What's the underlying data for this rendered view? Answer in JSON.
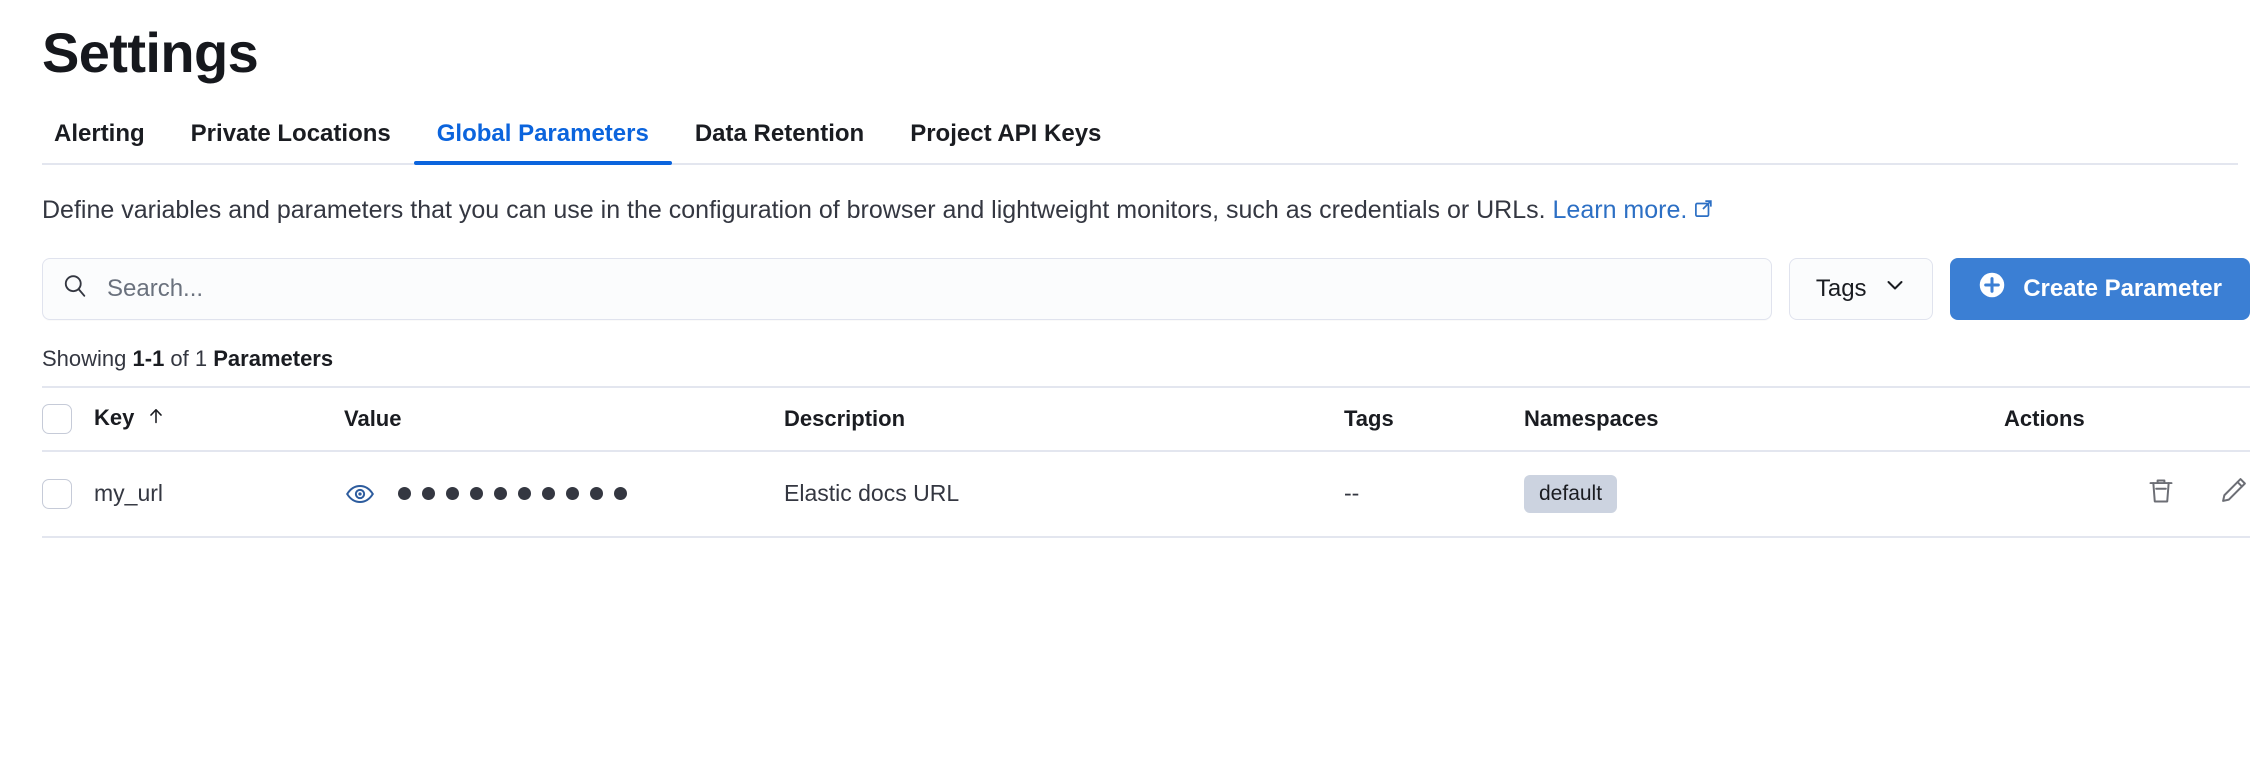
{
  "header": {
    "title": "Settings"
  },
  "tabs": [
    {
      "label": "Alerting",
      "active": false,
      "name": "tab-alerting"
    },
    {
      "label": "Private Locations",
      "active": false,
      "name": "tab-private-locations"
    },
    {
      "label": "Global Parameters",
      "active": true,
      "name": "tab-global-parameters"
    },
    {
      "label": "Data Retention",
      "active": false,
      "name": "tab-data-retention"
    },
    {
      "label": "Project API Keys",
      "active": false,
      "name": "tab-project-api-keys"
    }
  ],
  "description": {
    "text": "Define variables and parameters that you can use in the configuration of browser and lightweight monitors, such as credentials or URLs. ",
    "link_text": "Learn more.",
    "link_icon": "external-link-icon"
  },
  "toolbar": {
    "search_placeholder": "Search...",
    "search_value": "",
    "search_icon": "search-icon",
    "tags_label": "Tags",
    "tags_chevron_icon": "chevron-down-icon",
    "create_label": "Create Parameter",
    "create_icon": "plus-circle-icon"
  },
  "results": {
    "prefix": "Showing ",
    "range": "1-1",
    "middle": " of 1 ",
    "suffix": "Parameters"
  },
  "table": {
    "columns": [
      {
        "label": "Key",
        "name": "column-key",
        "sorted": true,
        "sort_icon": "sort-asc-arrow-icon"
      },
      {
        "label": "Value",
        "name": "column-value"
      },
      {
        "label": "Description",
        "name": "column-description"
      },
      {
        "label": "Tags",
        "name": "column-tags"
      },
      {
        "label": "Namespaces",
        "name": "column-namespaces"
      },
      {
        "label": "Actions",
        "name": "column-actions"
      }
    ],
    "rows": [
      {
        "key": "my_url",
        "value_masked_dots": 10,
        "value_toggle_icon": "eye-icon",
        "description": "Elastic docs URL",
        "tags": "--",
        "namespace": "default",
        "actions": [
          {
            "name": "delete-icon",
            "label": "delete"
          },
          {
            "name": "edit-pencil-icon",
            "label": "edit"
          }
        ]
      }
    ]
  },
  "colors": {
    "accent": "#0b64dd",
    "primary_button": "#3b7fd4",
    "eye_icon": "#2d5c9e",
    "badge_bg": "#ccd3e0",
    "border": "#e3e6ef",
    "text": "#1a1c21"
  }
}
